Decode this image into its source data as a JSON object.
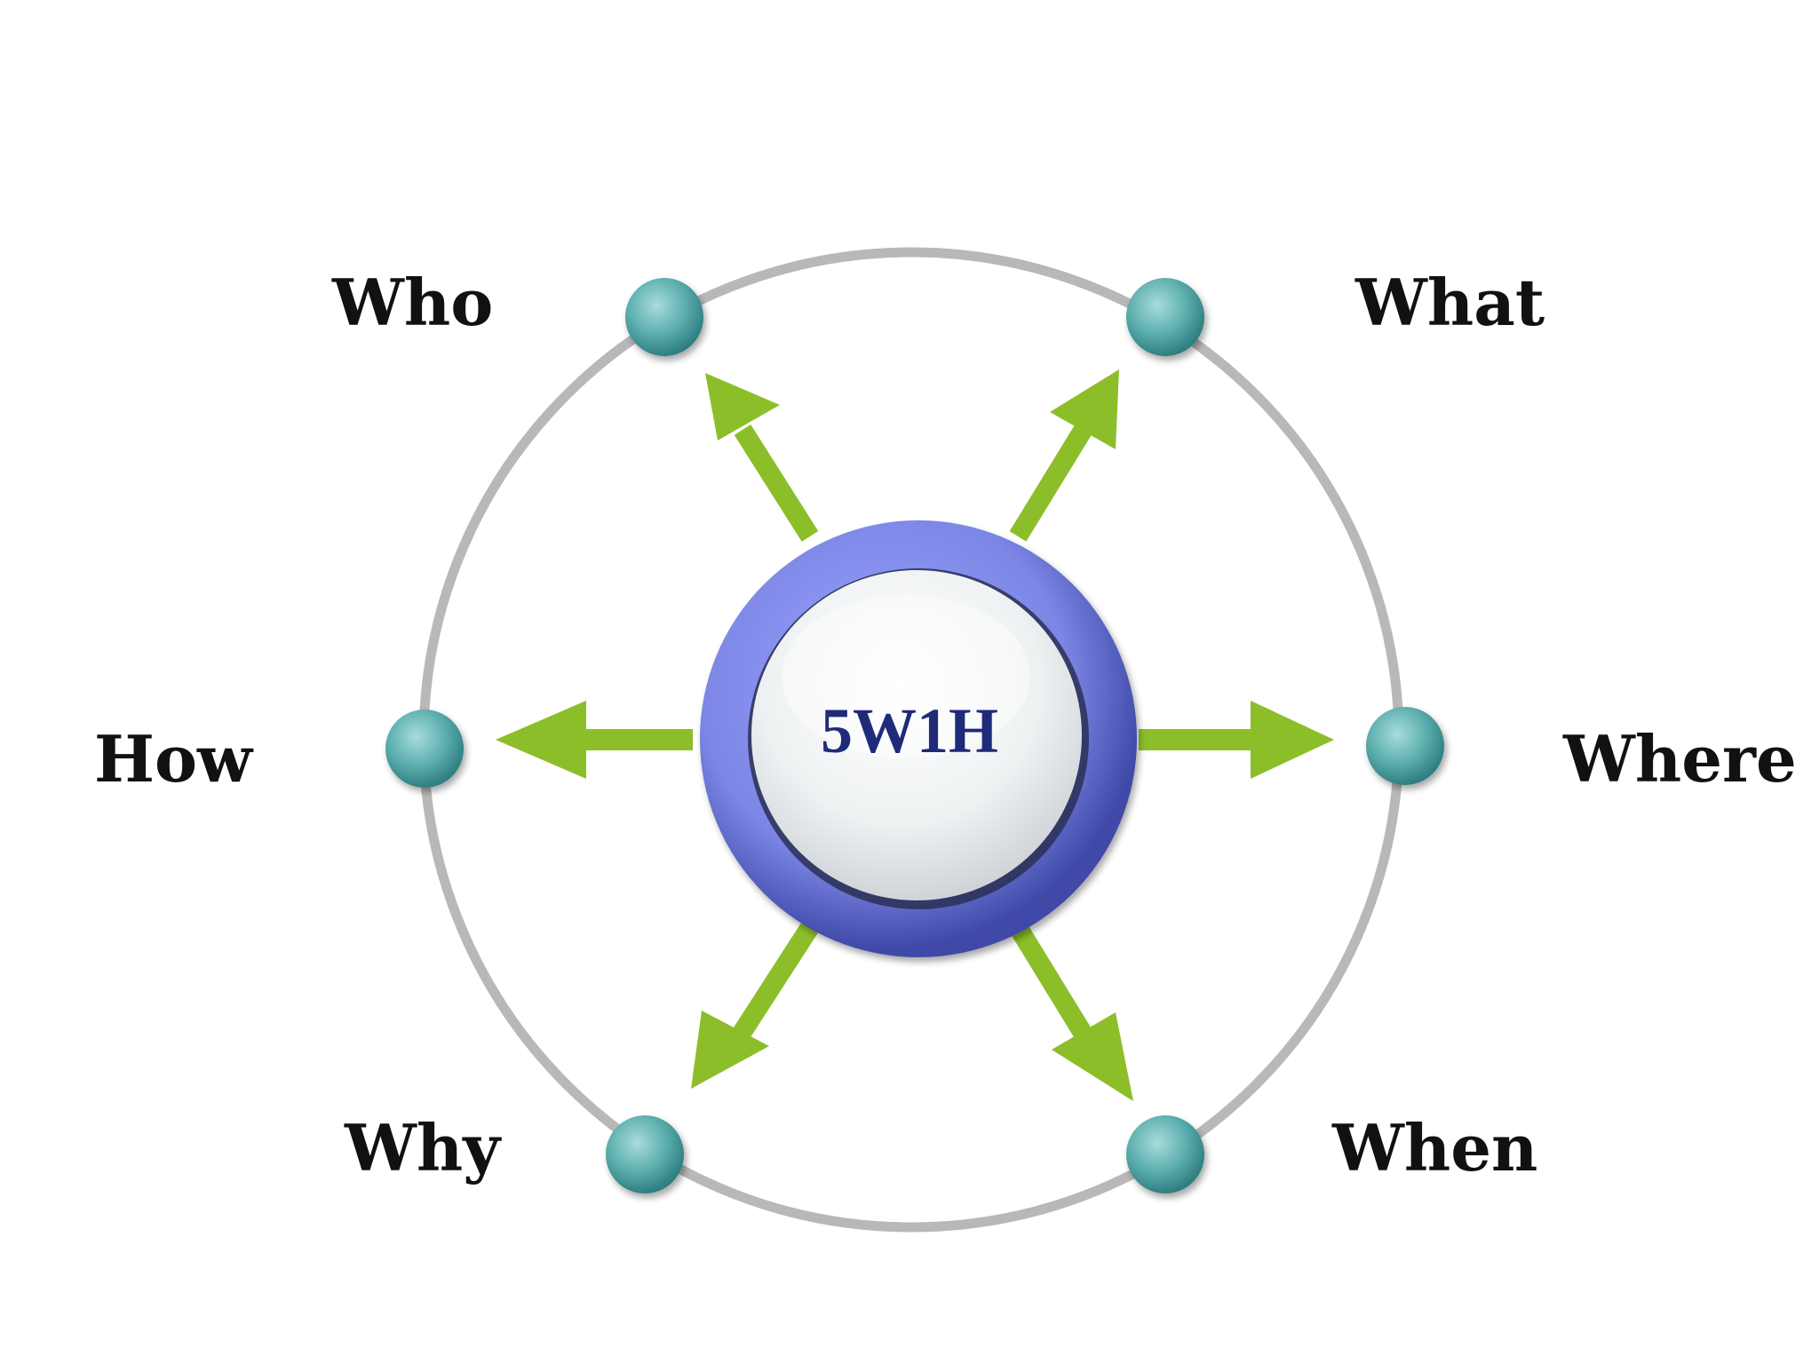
{
  "center": {
    "label": "5W1H"
  },
  "nodes": [
    {
      "id": "who",
      "label": "Who"
    },
    {
      "id": "what",
      "label": "What"
    },
    {
      "id": "how",
      "label": "How"
    },
    {
      "id": "where",
      "label": "Where"
    },
    {
      "id": "why",
      "label": "Why"
    },
    {
      "id": "when",
      "label": "When"
    }
  ],
  "colors": {
    "background": "#ffffff",
    "orbit_ring": "#b8b8b8",
    "arrow": "#8cbe2a",
    "node_fill": "#5fb0b0",
    "node_dark": "#2f7f80",
    "hub_ring": "#7c86e4",
    "hub_ring_dark": "#3f4aa8",
    "hub_face": "#eef1f2",
    "center_text": "#1f2b78",
    "label_text": "#111111"
  }
}
